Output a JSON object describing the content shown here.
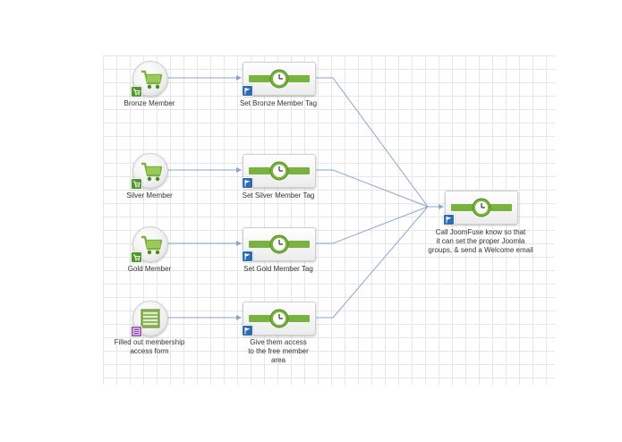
{
  "colors": {
    "connector": "#8aa6cc",
    "green": "#7ab23f",
    "green_dark": "#4d8a1e",
    "flag_blue": "#2d6bb5",
    "form_purple": "#8e44ad"
  },
  "triggers": [
    {
      "id": "bronze",
      "label": "Bronze Member",
      "icon": "shopping-cart-icon",
      "badge": "cart-badge-icon"
    },
    {
      "id": "silver",
      "label": "Silver Member",
      "icon": "shopping-cart-icon",
      "badge": "cart-badge-icon"
    },
    {
      "id": "gold",
      "label": "Gold Member",
      "icon": "shopping-cart-icon",
      "badge": "cart-badge-icon"
    },
    {
      "id": "form",
      "label": "Filled out membership\naccess form",
      "icon": "web-form-icon",
      "badge": "form-badge-icon"
    }
  ],
  "actions": [
    {
      "id": "bronze-tag",
      "label": "Set Bronze Member Tag",
      "icon": "sequence-timer-icon",
      "badge": "flag-icon"
    },
    {
      "id": "silver-tag",
      "label": "Set Silver Member Tag",
      "icon": "sequence-timer-icon",
      "badge": "flag-icon"
    },
    {
      "id": "gold-tag",
      "label": "Set Gold Member Tag",
      "icon": "sequence-timer-icon",
      "badge": "flag-icon"
    },
    {
      "id": "free-access",
      "label": "Give them access\nto the free member\narea",
      "icon": "sequence-timer-icon",
      "badge": "flag-icon"
    }
  ],
  "final": {
    "id": "joomfuse",
    "label": "Call JoomFuse know so that\nit can set the proper Joomla\ngroups, & send a Welcome email",
    "icon": "sequence-timer-icon",
    "badge": "flag-icon"
  }
}
